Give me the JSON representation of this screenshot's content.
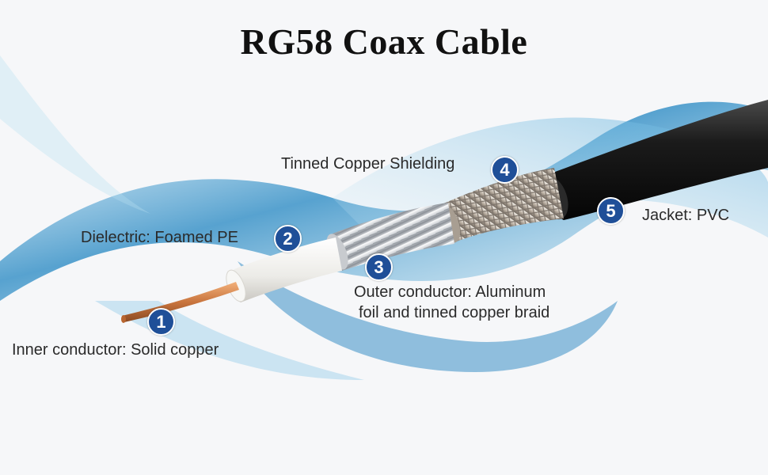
{
  "title": "RG58 Coax Cable",
  "parts": [
    {
      "number": "1",
      "label": "Inner conductor: Solid copper"
    },
    {
      "number": "2",
      "label": "Dielectric: Foamed PE"
    },
    {
      "number": "3",
      "label": "Outer conductor: Aluminum",
      "label_line2": "foil and tinned copper braid"
    },
    {
      "number": "4",
      "label": "Tinned Copper Shielding"
    },
    {
      "number": "5",
      "label": "Jacket: PVC"
    }
  ],
  "colors": {
    "badge": "#1f4f98",
    "jacket": "#141414",
    "copper": "#c9753e",
    "dielectric": "#f2f2f0",
    "ribbon": "#3f97c9"
  }
}
